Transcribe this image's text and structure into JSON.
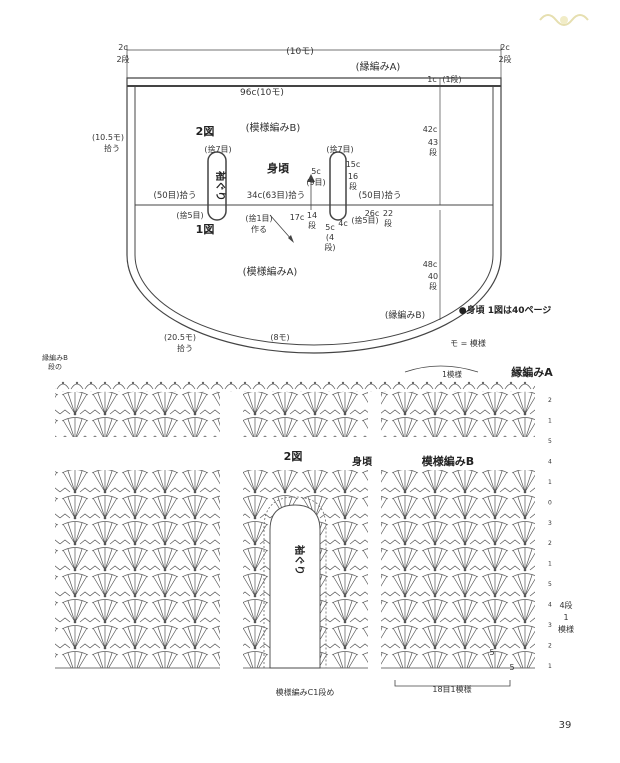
{
  "top": {
    "width_st": "(10モ)",
    "edge_left": "2c",
    "edge_left_rows": "2段",
    "edge_right": "2c",
    "edge_right_rows": "2段",
    "border_a_label": "(縁編みA)",
    "one_c": "1c",
    "one_row": "(1段)",
    "inner_width": "96c(10モ)",
    "left_pickup_top": "(10.5モ)",
    "left_pickup_top2": "拾う",
    "pattern_b": "(模様編みB)",
    "fig2": "2図",
    "body_label": "身頃",
    "armhole": "袖ぐり",
    "left_st7": "(捨7目)",
    "right_st7": "(捨7目)",
    "left_50": "(50目)拾う",
    "right_50": "(50目)拾う",
    "center_34": "34c(63目)拾う",
    "left_st5": "(捨5目)",
    "right_st5": "(捨5目)",
    "fig1": "1図",
    "gap1": "(捨1目)",
    "make": "作る",
    "c5_9": "5c",
    "c5_9b": "(9目)",
    "c17": "17c",
    "r14": "14",
    "r14b": "段",
    "c15": "15c",
    "r16": "16",
    "r16b": "段",
    "c5": "5c",
    "r4": "(4",
    "r4b": "段)",
    "c4": "4c",
    "c26": "26c",
    "r22": "22",
    "r22b": "段",
    "c42": "42c",
    "r43": "43",
    "r43b": "段",
    "c48": "48c",
    "r40": "40",
    "r40b": "段",
    "pattern_a": "(模様編みA)",
    "border_b": "(縁編みB)",
    "left_pickup_bottom": "(20.5モ)",
    "left_pickup_bottom2": "拾う",
    "bottom_8": "(8モ)",
    "note": "●身頃 1図は40ページ",
    "legend": "モ = 模様"
  },
  "chart": {
    "border_b_left": "縁編みB",
    "border_b_left2": "段の",
    "one_pattern": "1模様",
    "border_a": "縁編みA",
    "fig2": "2図",
    "body": "身頃",
    "pattern_b": "模様編みB",
    "armhole": "袖ぐり",
    "rows_4": "4段",
    "rows_1": "1",
    "rows_pattern": "模様",
    "pattern_c": "模様編みC1段め",
    "repeat_18": "18目1模様",
    "five_a": "5",
    "five_b": "5",
    "row_marks": [
      "2",
      "1",
      "5",
      "4",
      "1",
      "0",
      "3",
      "2",
      "1",
      "5",
      "4",
      "3",
      "2",
      "1"
    ]
  },
  "page_number": "39"
}
